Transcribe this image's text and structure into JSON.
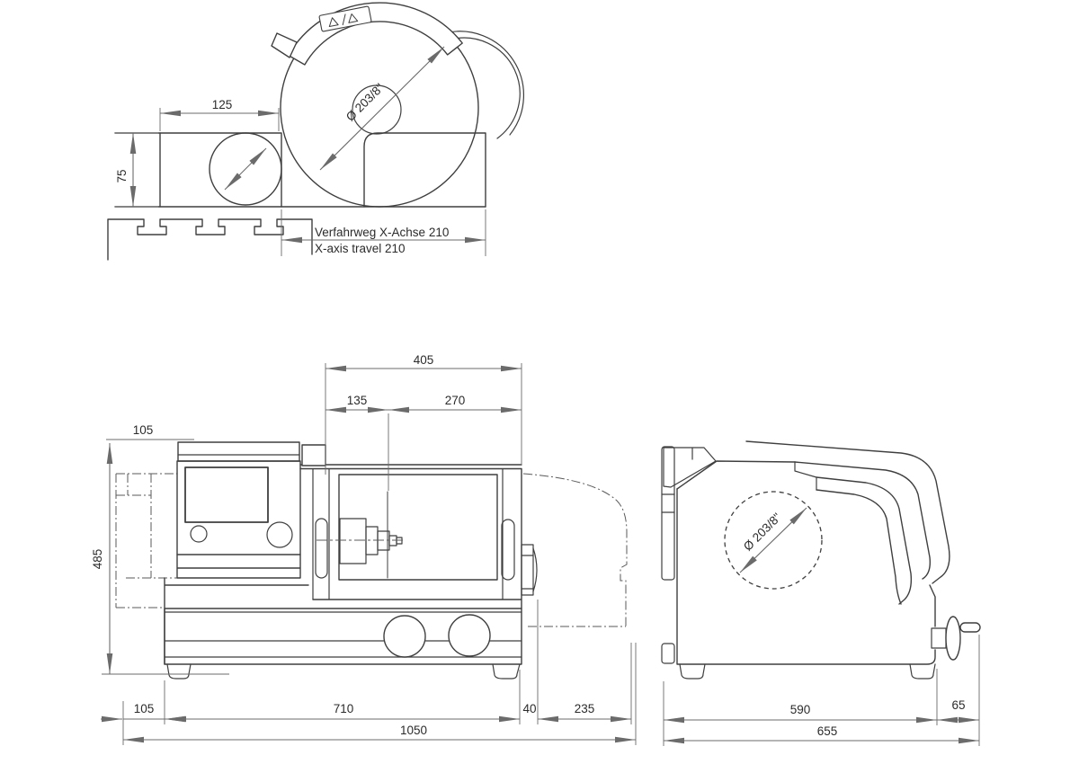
{
  "drawing": {
    "type": "technical-drawing",
    "subject": "cut-off machine three-view dimensional drawing",
    "colors": {
      "background": "#ffffff",
      "outline": "#3f3f3f",
      "dimension": "#6b6b6b",
      "text": "#2b2b2b"
    },
    "dims": {
      "d125": "125",
      "d75": "75",
      "wheel_dia_top": "Ø 203/8\"",
      "travel_de": "Verfahrweg X-Achse 210",
      "travel_en": "X-axis travel 210",
      "d405": "405",
      "d135": "135",
      "d270": "270",
      "d105_top": "105",
      "d485": "485",
      "d105_base": "105",
      "d710": "710",
      "d40": "40",
      "d235": "235",
      "d1050": "1050",
      "d590": "590",
      "d65": "65",
      "d655": "655",
      "wheel_dia_side": "Ø 203/8\""
    }
  }
}
